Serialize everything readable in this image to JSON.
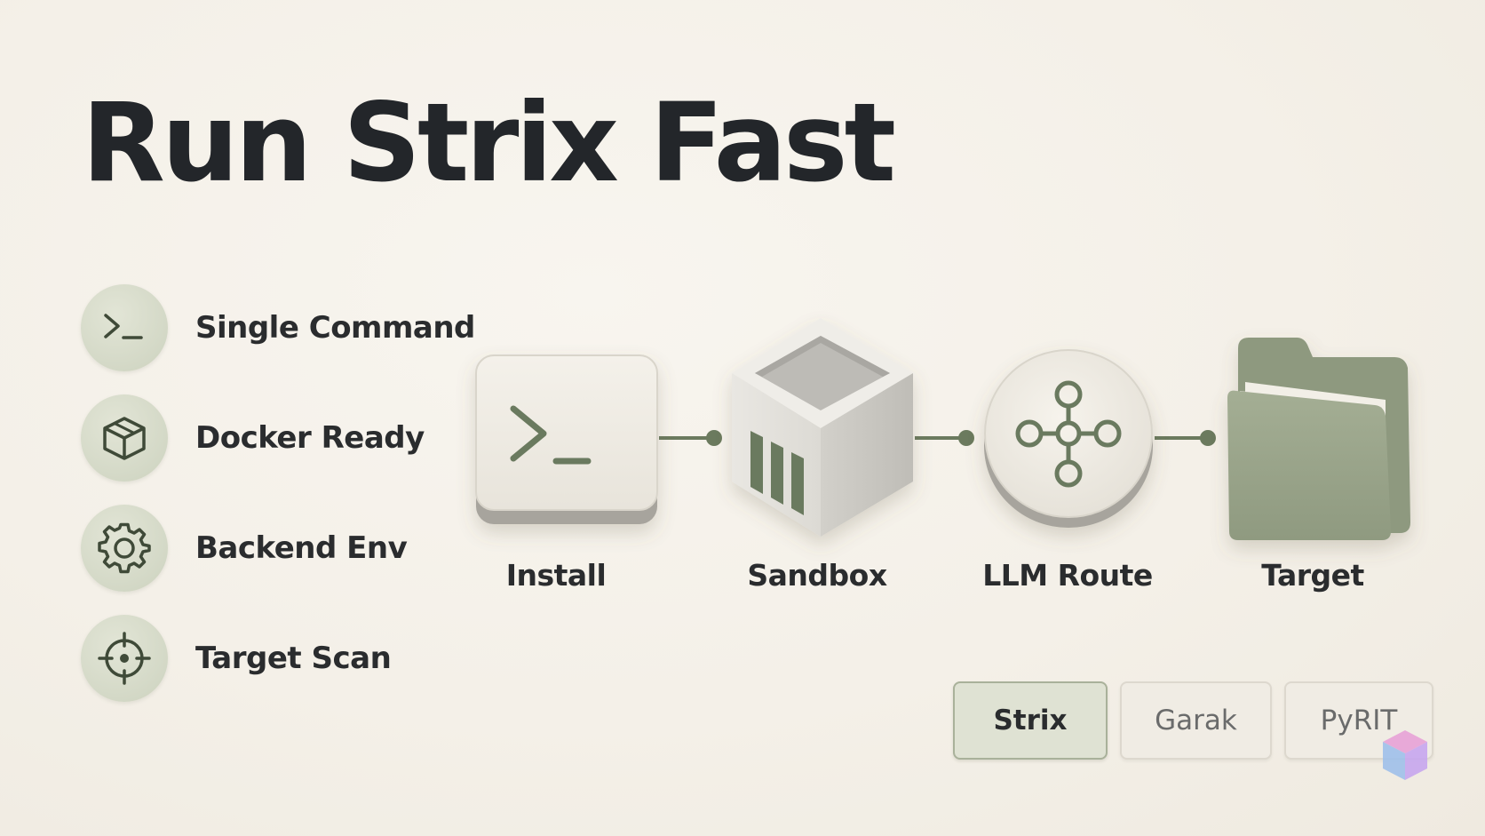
{
  "title": "Run Strix Fast",
  "features": [
    {
      "label": "Single Command",
      "icon": "terminal-icon"
    },
    {
      "label": "Docker Ready",
      "icon": "cube-icon"
    },
    {
      "label": "Backend Env",
      "icon": "gear-icon"
    },
    {
      "label": "Target Scan",
      "icon": "crosshair-icon"
    }
  ],
  "flow": {
    "steps": [
      {
        "label": "Install",
        "icon": "terminal-key-icon"
      },
      {
        "label": "Sandbox",
        "icon": "sandbox-box-icon"
      },
      {
        "label": "LLM Route",
        "icon": "network-node-icon"
      },
      {
        "label": "Target",
        "icon": "folder-icon"
      }
    ]
  },
  "tools": {
    "items": [
      {
        "label": "Strix",
        "active": true
      },
      {
        "label": "Garak",
        "active": false
      },
      {
        "label": "PyRIT",
        "active": false
      }
    ]
  },
  "colors": {
    "background": "#f4f0e8",
    "accent_green": "#6b7a5e",
    "circle_fill": "#d3d8c6",
    "title_text": "#23262a"
  }
}
